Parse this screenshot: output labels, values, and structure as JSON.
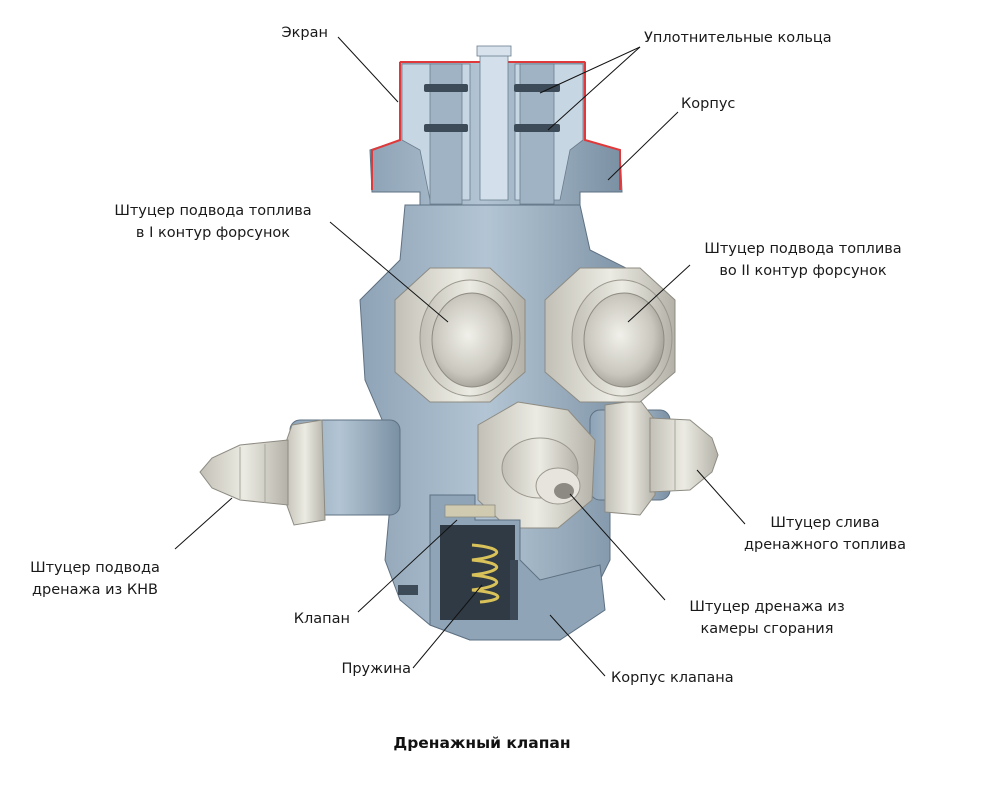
{
  "title": "Дренажный клапан",
  "colors": {
    "body": "#a4b8c9",
    "body_dark": "#7f95a8",
    "cut_face": "#c9d8e6",
    "fitting": "#dedcd2",
    "fitting_dark": "#b9b7ad",
    "screen": "#e0393c",
    "spring": "#d9c25a",
    "interior": "#2f3a45"
  },
  "labels": {
    "screen": "Экран",
    "seal_rings": "Уплотнительные кольца",
    "housing": "Корпус",
    "inlet_1_line1": "Штуцер подвода топлива",
    "inlet_1_line2": "в I контур форсунок",
    "inlet_2_line1": "Штуцер подвода топлива",
    "inlet_2_line2": "во II контур форсунок",
    "knv_line1": "Штуцер подвода",
    "knv_line2": "дренажа из КНВ",
    "drain_out_line1": "Штуцер слива",
    "drain_out_line2": "дренажного топлива",
    "valve": "Клапан",
    "chamber_line1": "Штуцер дренажа из",
    "chamber_line2": "камеры сгорания",
    "spring": "Пружина",
    "valve_body": "Корпус клапана"
  }
}
